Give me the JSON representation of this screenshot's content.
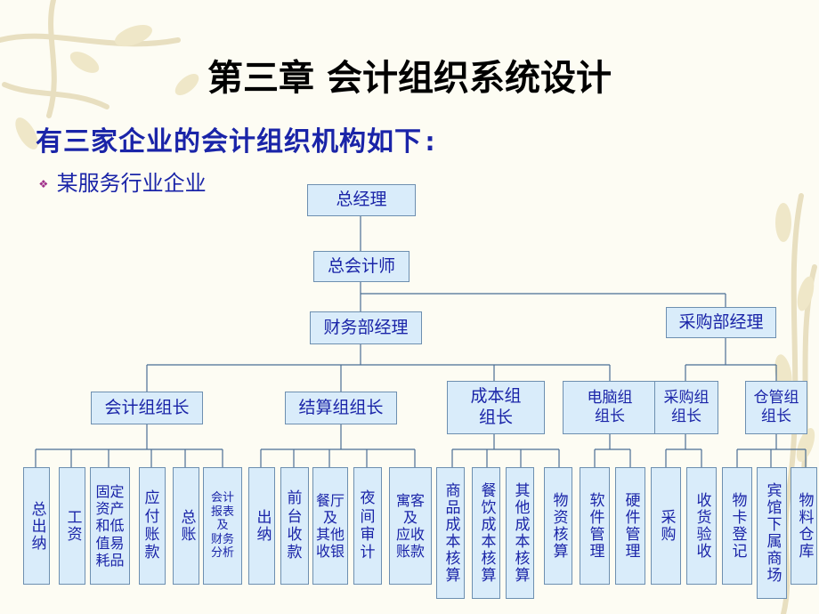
{
  "title": "第三章  会计组织系统设计",
  "subtitle": "有三家企业的会计组织机构如下:",
  "bullet": "某服务行业企业",
  "org": {
    "gm": "总经理",
    "chief_accountant": "总会计师",
    "finance_manager": "财务部经理",
    "purchase_manager": "采购部经理",
    "groups": {
      "accounting": "会计组组长",
      "settlement": "结算组组长",
      "cost": "成本组\n组长",
      "computer": "电脑组\n组长",
      "purchase": "采购组\n组长",
      "warehouse": "仓管组\n组长"
    },
    "leaves": {
      "l1": "总出纳",
      "l2": "工资",
      "l3": "固定\n资产\n和低\n值易\n耗品",
      "l4": "应\n付\n账\n款",
      "l5": "总账",
      "l6": "会计\n报表\n及\n财务\n分析",
      "l7": "出纳",
      "l8": "前\n台\n收\n款",
      "l9": "餐厅\n及\n其他\n收银",
      "l10": "夜\n间\n审\n计",
      "l11": "寓客\n及\n应收\n账款",
      "l12": "商品成本核算",
      "l13": "餐饮成本核算",
      "l14": "其他成本核算",
      "l15": "物资核算",
      "l16": "软件管理",
      "l17": "硬件管理",
      "l18": "采购",
      "l19": "收货验收",
      "l20": "物卡登记",
      "l21": "宾馆下属商场",
      "l22": "物料仓库"
    }
  }
}
